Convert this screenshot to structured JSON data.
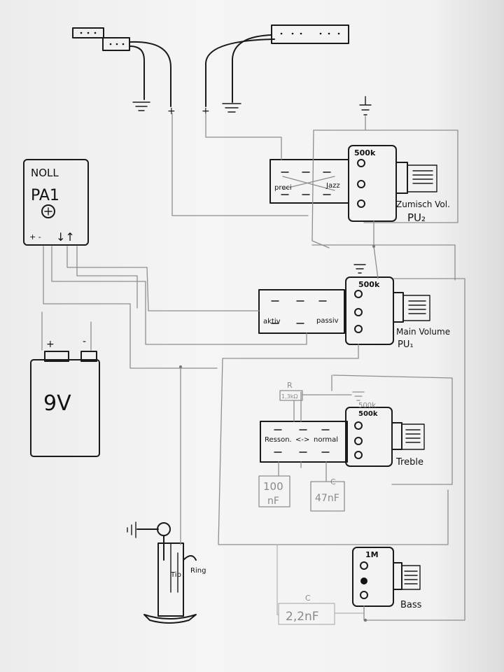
{
  "preamp": {
    "brand": "NOLL",
    "model": "PA1",
    "terminals": "+ -",
    "io": "↓↑"
  },
  "battery": {
    "label": "9V",
    "plus": "+",
    "minus": "-"
  },
  "pickup_terminals": {
    "ground": "⏚",
    "plus": "+"
  },
  "switch_pu2": {
    "left": "preci",
    "right": "Jazz"
  },
  "pot_pu2": {
    "value": "500k",
    "name": "Zumisch Vol.",
    "sub": "PU₂"
  },
  "switch_main": {
    "left": "aktiv",
    "right": "passiv"
  },
  "pot_main": {
    "value": "500k",
    "name": "Main Volume",
    "sub": "PU₁"
  },
  "resistor": {
    "symbol": "R",
    "value": "1,3kΩ"
  },
  "switch_treble": {
    "left": "Resson.",
    "arrow": "<->",
    "right": "normal"
  },
  "pot_treble": {
    "value": "500k",
    "value_extra": "500k",
    "name": "Treble"
  },
  "cap_100": {
    "value": "100",
    "unit": "nF"
  },
  "cap_47": {
    "symbol": "C",
    "value": "47nF"
  },
  "pot_bass": {
    "value": "1M",
    "name": "Bass"
  },
  "cap_22": {
    "symbol": "C",
    "value": "2,2nF"
  },
  "jack": {
    "tip": "Tip",
    "ring": "Ring"
  }
}
